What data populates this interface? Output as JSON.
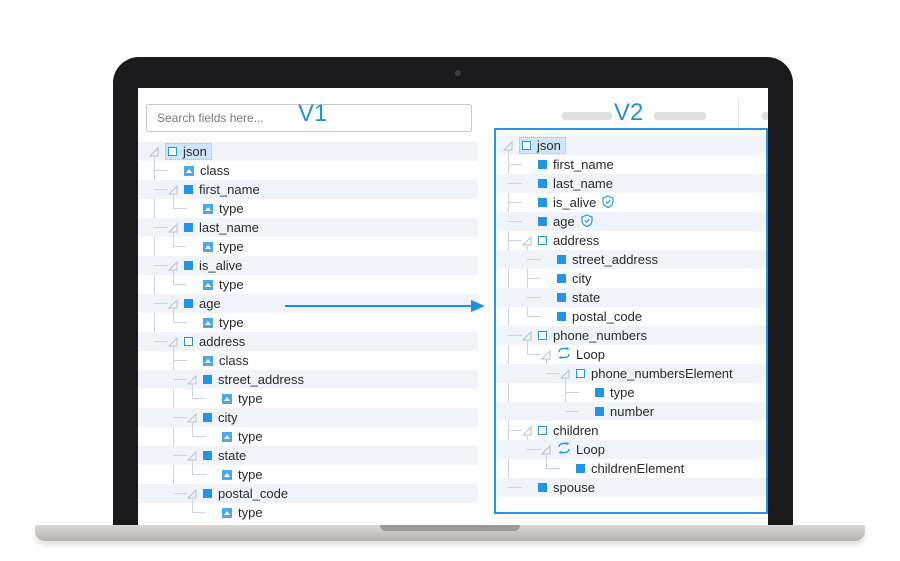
{
  "search": {
    "placeholder": "Search fields here..."
  },
  "labels": {
    "v1": "V1",
    "v2": "V2"
  },
  "colors": {
    "accent": "#2196e8",
    "arrow": "#1f8fe0",
    "highlight": "#cfe6fa"
  },
  "v1_tree": [
    {
      "label": "json",
      "icon": "box-empty",
      "level": 0,
      "root": true
    },
    {
      "label": "class",
      "icon": "box-up",
      "level": 1
    },
    {
      "label": "first_name",
      "icon": "box-solid",
      "level": 1
    },
    {
      "label": "type",
      "icon": "box-up",
      "level": 2
    },
    {
      "label": "last_name",
      "icon": "box-solid",
      "level": 1
    },
    {
      "label": "type",
      "icon": "box-up",
      "level": 2
    },
    {
      "label": "is_alive",
      "icon": "box-solid",
      "level": 1
    },
    {
      "label": "type",
      "icon": "box-up",
      "level": 2
    },
    {
      "label": "age",
      "icon": "box-solid",
      "level": 1
    },
    {
      "label": "type",
      "icon": "box-up",
      "level": 2
    },
    {
      "label": "address",
      "icon": "box-empty",
      "level": 1
    },
    {
      "label": "class",
      "icon": "box-up",
      "level": 2
    },
    {
      "label": "street_address",
      "icon": "box-solid",
      "level": 2
    },
    {
      "label": "type",
      "icon": "box-up",
      "level": 3
    },
    {
      "label": "city",
      "icon": "box-solid",
      "level": 2
    },
    {
      "label": "type",
      "icon": "box-up",
      "level": 3
    },
    {
      "label": "state",
      "icon": "box-solid",
      "level": 2
    },
    {
      "label": "type",
      "icon": "box-up",
      "level": 3
    },
    {
      "label": "postal_code",
      "icon": "box-solid",
      "level": 2
    },
    {
      "label": "type",
      "icon": "box-up",
      "level": 3
    }
  ],
  "v2_tree": [
    {
      "label": "json",
      "icon": "box-empty",
      "level": 0,
      "root": true
    },
    {
      "label": "first_name",
      "icon": "box-solid",
      "level": 1
    },
    {
      "label": "last_name",
      "icon": "box-solid",
      "level": 1
    },
    {
      "label": "is_alive",
      "icon": "box-solid",
      "level": 1,
      "badge": "shield-icon"
    },
    {
      "label": "age",
      "icon": "box-solid",
      "level": 1,
      "badge": "shield-icon"
    },
    {
      "label": "address",
      "icon": "box-empty",
      "level": 1
    },
    {
      "label": "street_address",
      "icon": "box-solid",
      "level": 2
    },
    {
      "label": "city",
      "icon": "box-solid",
      "level": 2
    },
    {
      "label": "state",
      "icon": "box-solid",
      "level": 2
    },
    {
      "label": "postal_code",
      "icon": "box-solid",
      "level": 2
    },
    {
      "label": "phone_numbers",
      "icon": "box-empty",
      "level": 1
    },
    {
      "label": "Loop",
      "icon": "loop-icon",
      "level": 2
    },
    {
      "label": "phone_numbersElement",
      "icon": "box-empty",
      "level": 3
    },
    {
      "label": "type",
      "icon": "box-solid",
      "level": 4
    },
    {
      "label": "number",
      "icon": "box-solid",
      "level": 4
    },
    {
      "label": "children",
      "icon": "box-empty",
      "level": 1
    },
    {
      "label": "Loop",
      "icon": "loop-icon",
      "level": 2
    },
    {
      "label": "childrenElement",
      "icon": "box-solid",
      "level": 3
    },
    {
      "label": "spouse",
      "icon": "box-solid",
      "level": 1
    }
  ]
}
